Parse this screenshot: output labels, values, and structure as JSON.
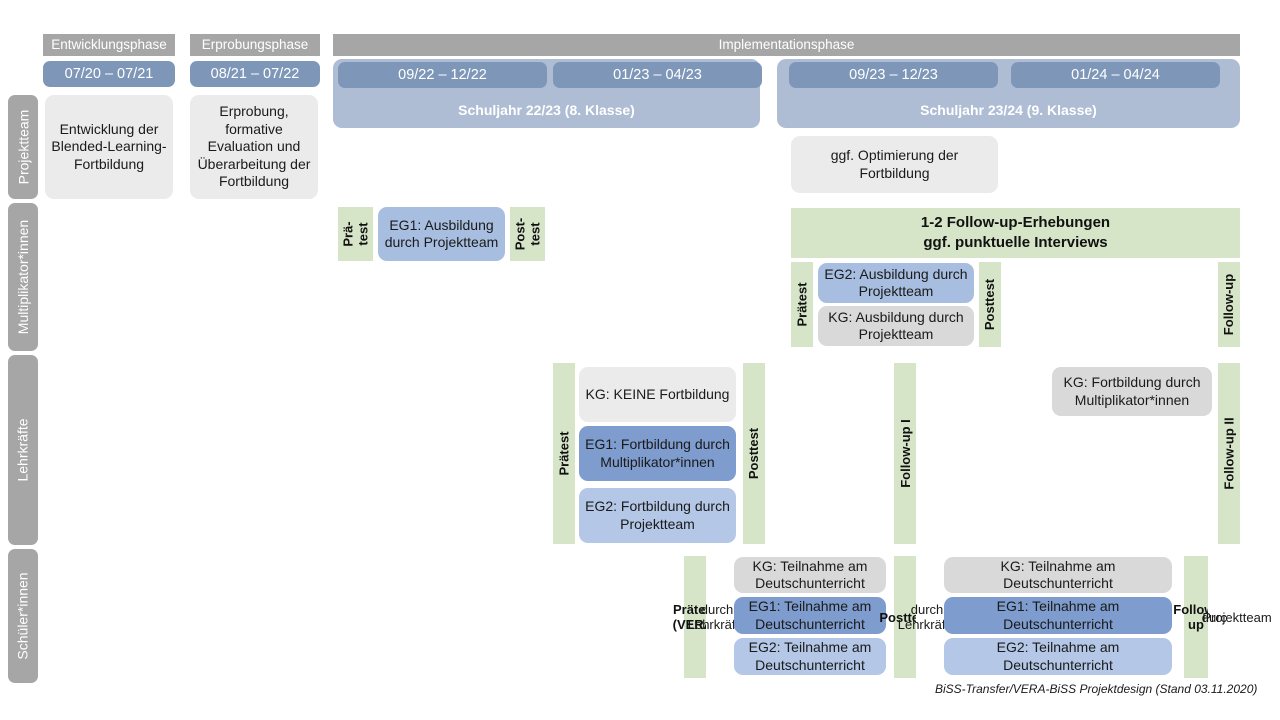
{
  "figure": {
    "footer": "BiSS-Transfer/VERA-BiSS Projektdesign (Stand 03.11.2020)"
  },
  "colors": {
    "phase_grey": "#a6a6a6",
    "date_blue": "#7e97b8",
    "schoolyear_blue": "#aebdd4",
    "green": "#d6e4c8",
    "box_grey_light": "#ebebeb",
    "box_grey": "#d9d9d9",
    "eg1_blue": "#7e9ccd",
    "eg2_blue": "#b4c7e7",
    "ausbildung_blue": "#a8bee0"
  },
  "phases": [
    {
      "label": "Entwicklungsphase"
    },
    {
      "label": "Erprobungsphase"
    },
    {
      "label": "Implementationsphase"
    }
  ],
  "periods": [
    {
      "label": "07/20 – 07/21"
    },
    {
      "label": "08/21 – 07/22"
    },
    {
      "label": "09/22 – 12/22"
    },
    {
      "label": "01/23 – 04/23"
    },
    {
      "label": "09/23 – 12/23"
    },
    {
      "label": "01/24 – 04/24"
    }
  ],
  "school_years": [
    {
      "label": "Schuljahr 22/23 (8. Klasse)"
    },
    {
      "label": "Schuljahr 23/24 (9. Klasse)"
    }
  ],
  "rows": [
    {
      "label": "Projektteam"
    },
    {
      "label": "Multiplikator*innen"
    },
    {
      "label": "Lehrkräfte"
    },
    {
      "label": "Schüler*innen"
    }
  ],
  "projektteam": {
    "entwicklung": "Entwicklung der Blended-Learning-Fortbildung",
    "erprobung": "Erprobung, formative Evaluation und Überarbeitung der Fortbildung",
    "optimierung": "ggf. Optimierung der Fortbildung"
  },
  "multiplikatoren": {
    "praetest_line1": "Prä-",
    "praetest_line2": "test",
    "posttest_line1": "Post-",
    "posttest_line2": "test",
    "eg1": "EG1: Ausbildung durch Projektteam",
    "followup_banner_line1": "1-2 Follow-up-Erhebungen",
    "followup_banner_line2": "ggf. punktuelle Interviews",
    "praetest2": "Prätest",
    "posttest2": "Posttest",
    "followup": "Follow-up",
    "eg2": "EG2: Ausbildung durch Projektteam",
    "kg": "KG: Ausbildung durch Projektteam"
  },
  "lehrkraefte": {
    "praetest": "Prätest",
    "posttest": "Posttest",
    "followup1": "Follow-up I",
    "followup2": "Follow-up II",
    "kg": "KG:  KEINE Fortbildung",
    "eg1": "EG1: Fortbildung durch Multiplikator*innen",
    "eg2": "EG2: Fortbildung durch Projektteam",
    "kg2": "KG: Fortbildung durch Multiplikator*innen"
  },
  "schueler": {
    "praetest_bold": "Prätest (VERA)",
    "praetest_sub": "durch Lehrkräfte",
    "posttest_bold": "Posttest",
    "posttest_sub": "durch Lehrkräfte",
    "followup_bold": "Follow-up",
    "followup_sub1": "durch",
    "followup_sub2": "Projektteam",
    "kg": "KG: Teilnahme am Deutschunterricht",
    "eg1": "EG1: Teilnahme am Deutschunterricht",
    "eg2": "EG2: Teilnahme am Deutschunterricht",
    "kg_b": "KG: Teilnahme am Deutschunterricht",
    "eg1_b": "EG1: Teilnahme am Deutschunterricht",
    "eg2_b": "EG2: Teilnahme am Deutschunterricht"
  }
}
